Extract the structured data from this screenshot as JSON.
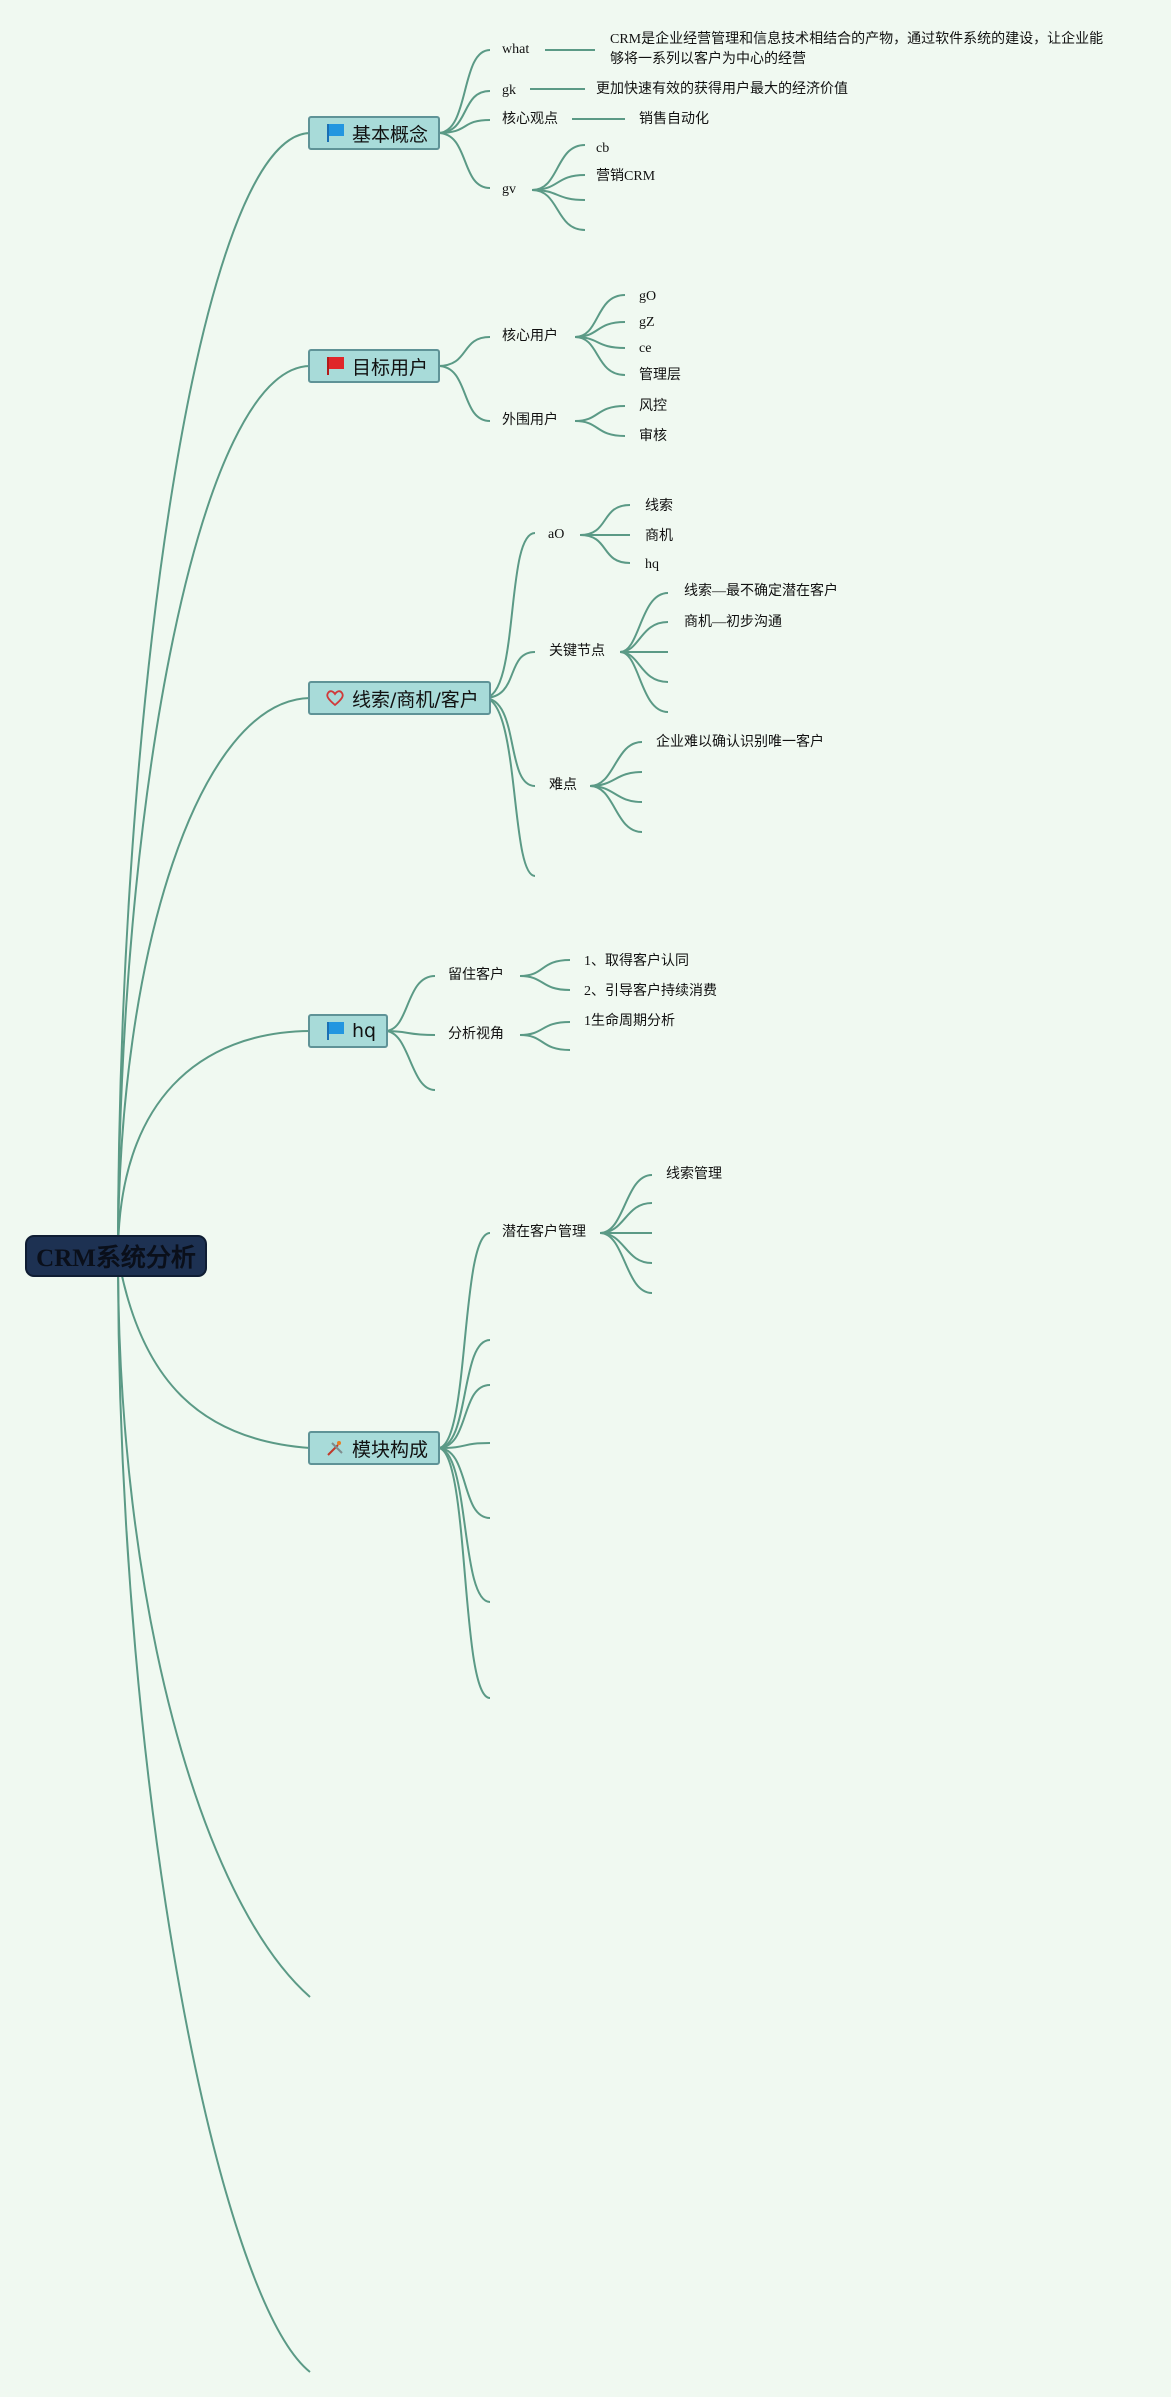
{
  "root": {
    "label": "CRM系统分析"
  },
  "topics": {
    "t1": {
      "label": "基本概念",
      "icon": "blue-flag-icon"
    },
    "t2": {
      "label": "目标用户",
      "icon": "red-flag-icon"
    },
    "t3": {
      "label": "线索/商机/客户",
      "icon": "heart-icon"
    },
    "t4": {
      "label": "hq",
      "icon": "blue-flag-icon"
    },
    "t5": {
      "label": "模块构成",
      "icon": "tools-icon"
    }
  },
  "nodes": {
    "what": "what",
    "what_desc": "CRM是企业经营管理和信息技术相结合的产物，通过软件系统的建设，让企业能够将一系列以客户为中心的经营",
    "gk": "gk",
    "gk_desc": "更加快速有效的获得用户最大的经济价值",
    "core_view": "核心观点",
    "core_view_desc": "销售自动化",
    "gv": "gv",
    "gv_1": "cb",
    "gv_2": "营销CRM",
    "core_users": "核心用户",
    "cu_1": "gO",
    "cu_2": "gZ",
    "cu_3": "ce",
    "cu_4": "管理层",
    "outer_users": "外围用户",
    "ou_1": "风控",
    "ou_2": "审核",
    "ao": "aO",
    "ao_1": "线索",
    "ao_2": "商机",
    "ao_3": "hq",
    "key_nodes": "关键节点",
    "kn_1": "线索—最不确定潜在客户",
    "kn_2": "商机—初步沟通",
    "difficulty": "难点",
    "df_1": "企业难以确认识别唯一客户",
    "retain": "留住客户",
    "rt_1": "1、取得客户认同",
    "rt_2": "2、引导客户持续消费",
    "analysis": "分析视角",
    "an_1": "1生命周期分析",
    "potential": "潜在客户管理",
    "pt_1": "线索管理"
  }
}
